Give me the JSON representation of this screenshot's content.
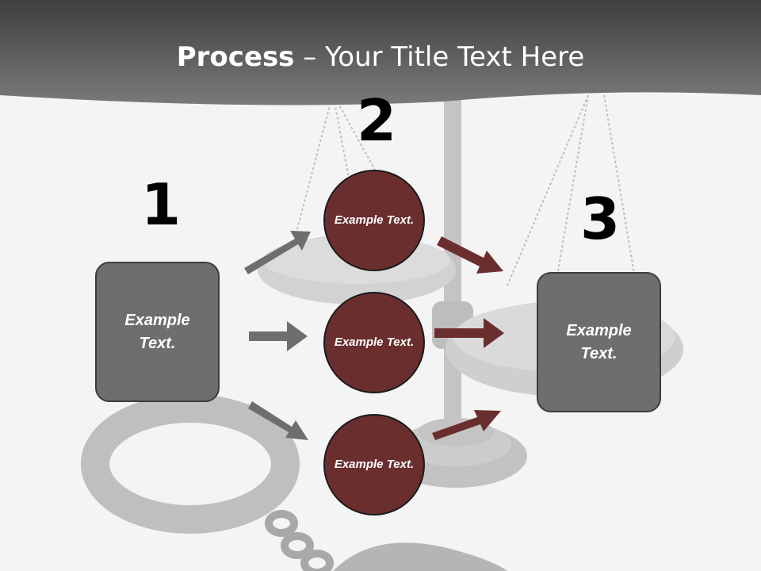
{
  "title": {
    "bold": "Process",
    "rest": " – Your Title Text Here"
  },
  "steps": [
    {
      "number": "1",
      "label": "Example Text."
    },
    {
      "number": "2",
      "label": "Example Text."
    },
    {
      "number": "3",
      "label": "Example Text."
    }
  ],
  "nodes": [
    {
      "label": "Example Text."
    },
    {
      "label": "Example Text."
    },
    {
      "label": "Example Text."
    }
  ],
  "colors": {
    "header": "#5a5a5a",
    "box": "#6e6e6e",
    "circle": "#6b2e2e",
    "arrow_gray": "#6e6e6e",
    "arrow_red": "#6b2e2e"
  }
}
